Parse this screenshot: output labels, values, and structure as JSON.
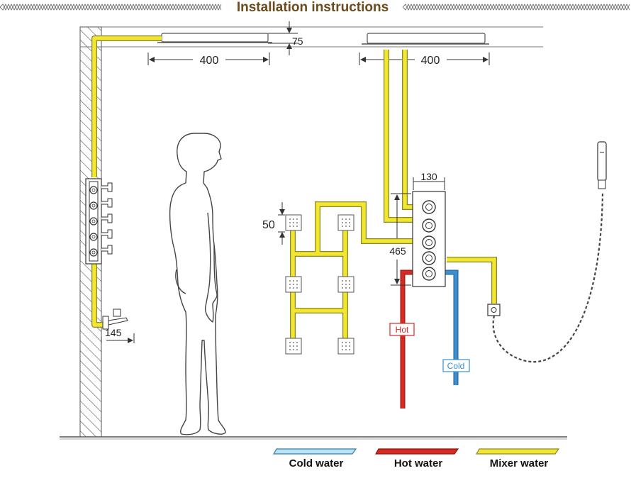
{
  "title": "Installation instructions",
  "colors": {
    "title": "#6b4a1c",
    "mixer": "#f2e630",
    "mixer_outline": "#8a8a2a",
    "hot": "#d62a22",
    "cold": "#3b8fd0",
    "cold_legend": "#b9e3f5",
    "line": "#333333"
  },
  "dimensions": {
    "rain_head_gap": "75",
    "rain_head_left_width": "400",
    "rain_head_right_width": "400",
    "valve_width": "130",
    "body_jet_spacing": "50",
    "valve_height": "465",
    "wall_outlet_offset": "145"
  },
  "labels": {
    "hot": "Hot",
    "cold": "Cold"
  },
  "legend": [
    {
      "label": "Cold water",
      "color": "#b9e3f5"
    },
    {
      "label": "Hot water",
      "color": "#d62a22"
    },
    {
      "label": "Mixer water",
      "color": "#f2e630"
    }
  ]
}
